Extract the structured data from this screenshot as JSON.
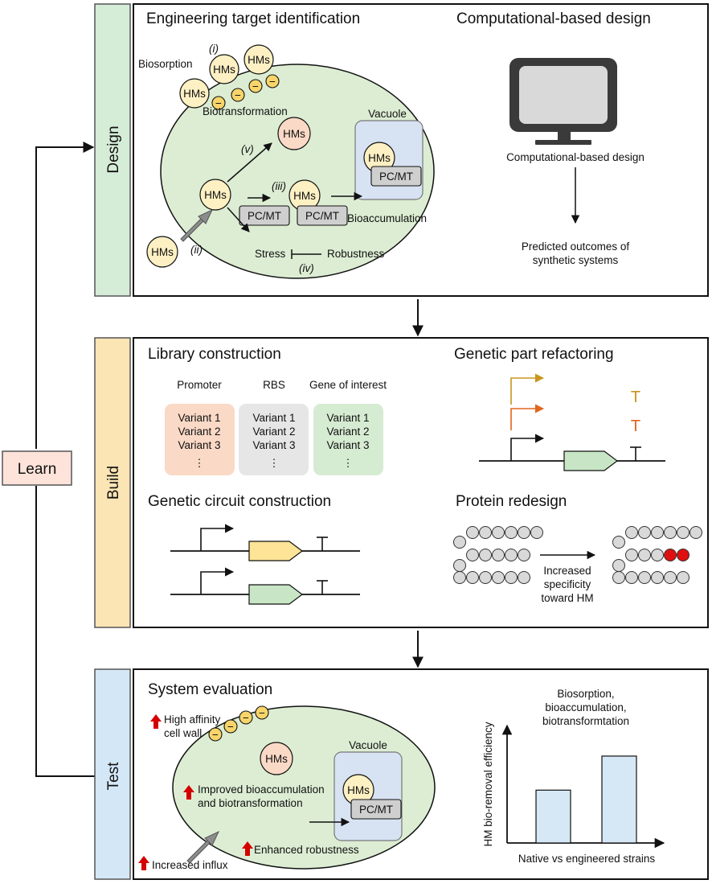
{
  "colors": {
    "design_tab": "#d5ecd7",
    "build_tab": "#fbe5b4",
    "test_tab": "#d4e7f6",
    "learn_box": "#fde3d9",
    "cell": "#dcedd3",
    "vacuole": "#d7e2f3",
    "hm_circle": "#fdf0c3",
    "hm_orange": "#fad9c6",
    "negative_charge": "#f8d56a",
    "pc_mt": "#cfcfcf",
    "promoter_col": "#fad9c6",
    "rbs_col": "#e6e6e6",
    "goi_col": "#d6ecd2",
    "gene_yellow": "#fde497",
    "gene_green": "#c8e6c5",
    "arrow_gold": "#c9951e",
    "arrow_orange": "#e0651e",
    "residue": "#d9d9d9",
    "residue_red": "#e01010",
    "bar": "#d6e8f6",
    "up_arrow": "#d40000"
  },
  "sides": {
    "design": "Design",
    "build": "Build",
    "test": "Test",
    "learn": "Learn"
  },
  "design": {
    "title_left": "Engineering target identification",
    "title_right": "Computational-based design",
    "label_i": "(i)",
    "label_ii": "(ii)",
    "label_iii": "(iii)",
    "label_iv": "(iv)",
    "label_v": "(v)",
    "biosorption": "Biosorption",
    "biotransformation": "Biotransformation",
    "vacuole": "Vacuole",
    "bioaccumulation": "Bioaccumulation",
    "stress": "Stress",
    "robustness": "Robustness",
    "hms": "HMs",
    "pcmt": "PC/MT",
    "minus": "−",
    "computer_caption": "Computational-based design",
    "predicted_line1": "Predicted outcomes of",
    "predicted_line2": "synthetic systems"
  },
  "build": {
    "title_library": "Library construction",
    "title_refactoring": "Genetic part refactoring",
    "title_circuit": "Genetic circuit construction",
    "title_protein": "Protein redesign",
    "columns": [
      {
        "header": "Promoter",
        "variants": [
          "Variant 1",
          "Variant 2",
          "Variant 3",
          "⋮"
        ]
      },
      {
        "header": "RBS",
        "variants": [
          "Variant 1",
          "Variant 2",
          "Variant 3",
          "⋮"
        ]
      },
      {
        "header": "Gene of interest",
        "variants": [
          "Variant 1",
          "Variant 2",
          "Variant 3",
          "⋮"
        ]
      }
    ],
    "terminator_glyph": "T",
    "protein_caption": [
      "Increased",
      "specificity",
      "toward HM"
    ]
  },
  "test": {
    "title": "System evaluation",
    "high_affinity": [
      "High affinity",
      "cell wall"
    ],
    "hms": "HMs",
    "vacuole": "Vacuole",
    "pcmt": "PC/MT",
    "improved": [
      "Improved bioaccumulation",
      "and biotransformation"
    ],
    "enhanced": "Enhanced robustness",
    "influx": "Increased influx",
    "minus": "−"
  },
  "chart_data": {
    "type": "bar",
    "title": "Biosorption, bioaccumulation, biotransformtation",
    "title_lines": [
      "Biosorption,",
      "bioaccumulation,",
      "biotransformtation"
    ],
    "xlabel": "Native vs engineered strains",
    "ylabel": "HM bio-removal efficiency",
    "categories": [
      "",
      ""
    ],
    "values": [
      0.45,
      0.74
    ],
    "ylim": [
      0,
      1
    ],
    "grid": false,
    "legend": "none"
  }
}
